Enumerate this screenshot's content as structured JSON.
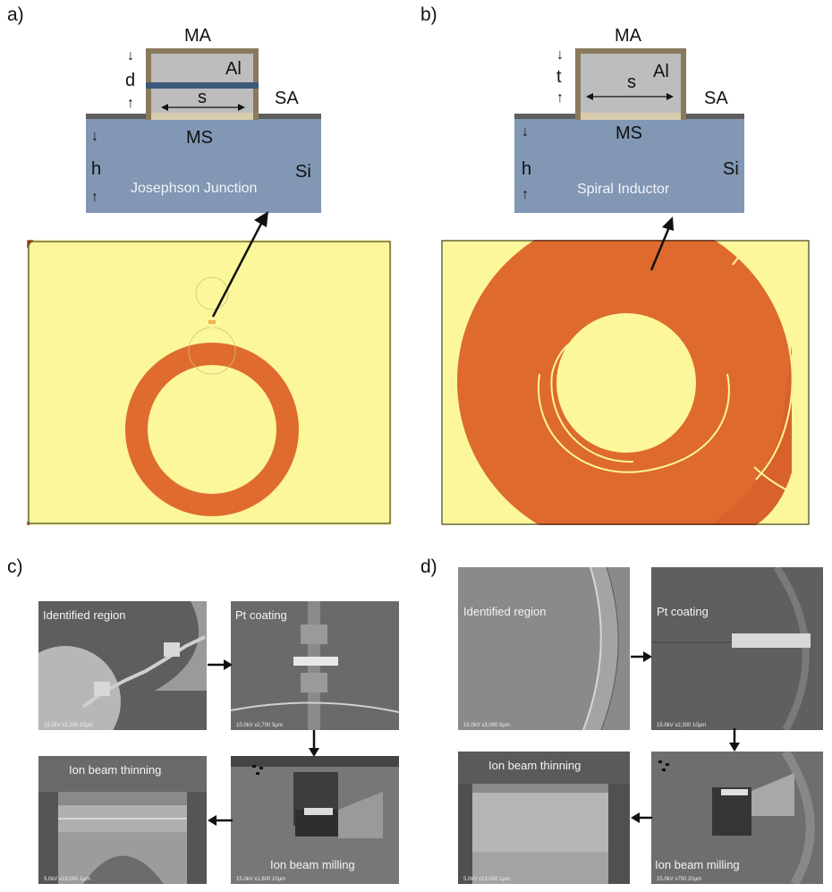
{
  "panels": {
    "a": {
      "label": "a)",
      "schematic": {
        "ma": "MA",
        "al": "Al",
        "sa": "SA",
        "ms": "MS",
        "si": "Si",
        "thickness_symbol": "d",
        "width_symbol": "s",
        "substrate_symbol": "h",
        "device_label": "Josephson Junction"
      }
    },
    "b": {
      "label": "b)",
      "schematic": {
        "ma": "MA",
        "al": "Al",
        "sa": "SA",
        "ms": "MS",
        "si": "Si",
        "thickness_symbol": "t",
        "width_symbol": "s",
        "substrate_symbol": "h",
        "device_label": "Spiral Inductor"
      }
    },
    "c": {
      "label": "c)",
      "steps": [
        {
          "label": "Identified region",
          "footer": "15.0kV   x2,200       10µm"
        },
        {
          "label": "Pt coating",
          "footer": "10.0kV   x2,700       5µm"
        },
        {
          "label": "Ion beam milling",
          "footer": "15.0kV   x1,600      10µm"
        },
        {
          "label": "Ion beam thinning",
          "footer": "5.0kV   x19,000      1µm"
        }
      ]
    },
    "d": {
      "label": "d)",
      "steps": [
        {
          "label": "Identified region",
          "footer": "15.0kV   x3,000       5µm"
        },
        {
          "label": "Pt coating",
          "footer": "15.0kV   x2,300       10µm"
        },
        {
          "label": "Ion beam milling",
          "footer": "15.0kV   x750       20µm"
        },
        {
          "label": "Ion beam thinning",
          "footer": "5.0kV   x13,000      1µm"
        }
      ]
    }
  },
  "colors": {
    "silicon": "#8197b4",
    "aluminum": "#bdbdbd",
    "oxide_frame": "#8a7a5c",
    "tunnel_barrier": "#3c5a78",
    "ms_interface": "#d9ccae",
    "optical_yellow": "#fbf79a",
    "optical_orange": "#e06b2e"
  }
}
